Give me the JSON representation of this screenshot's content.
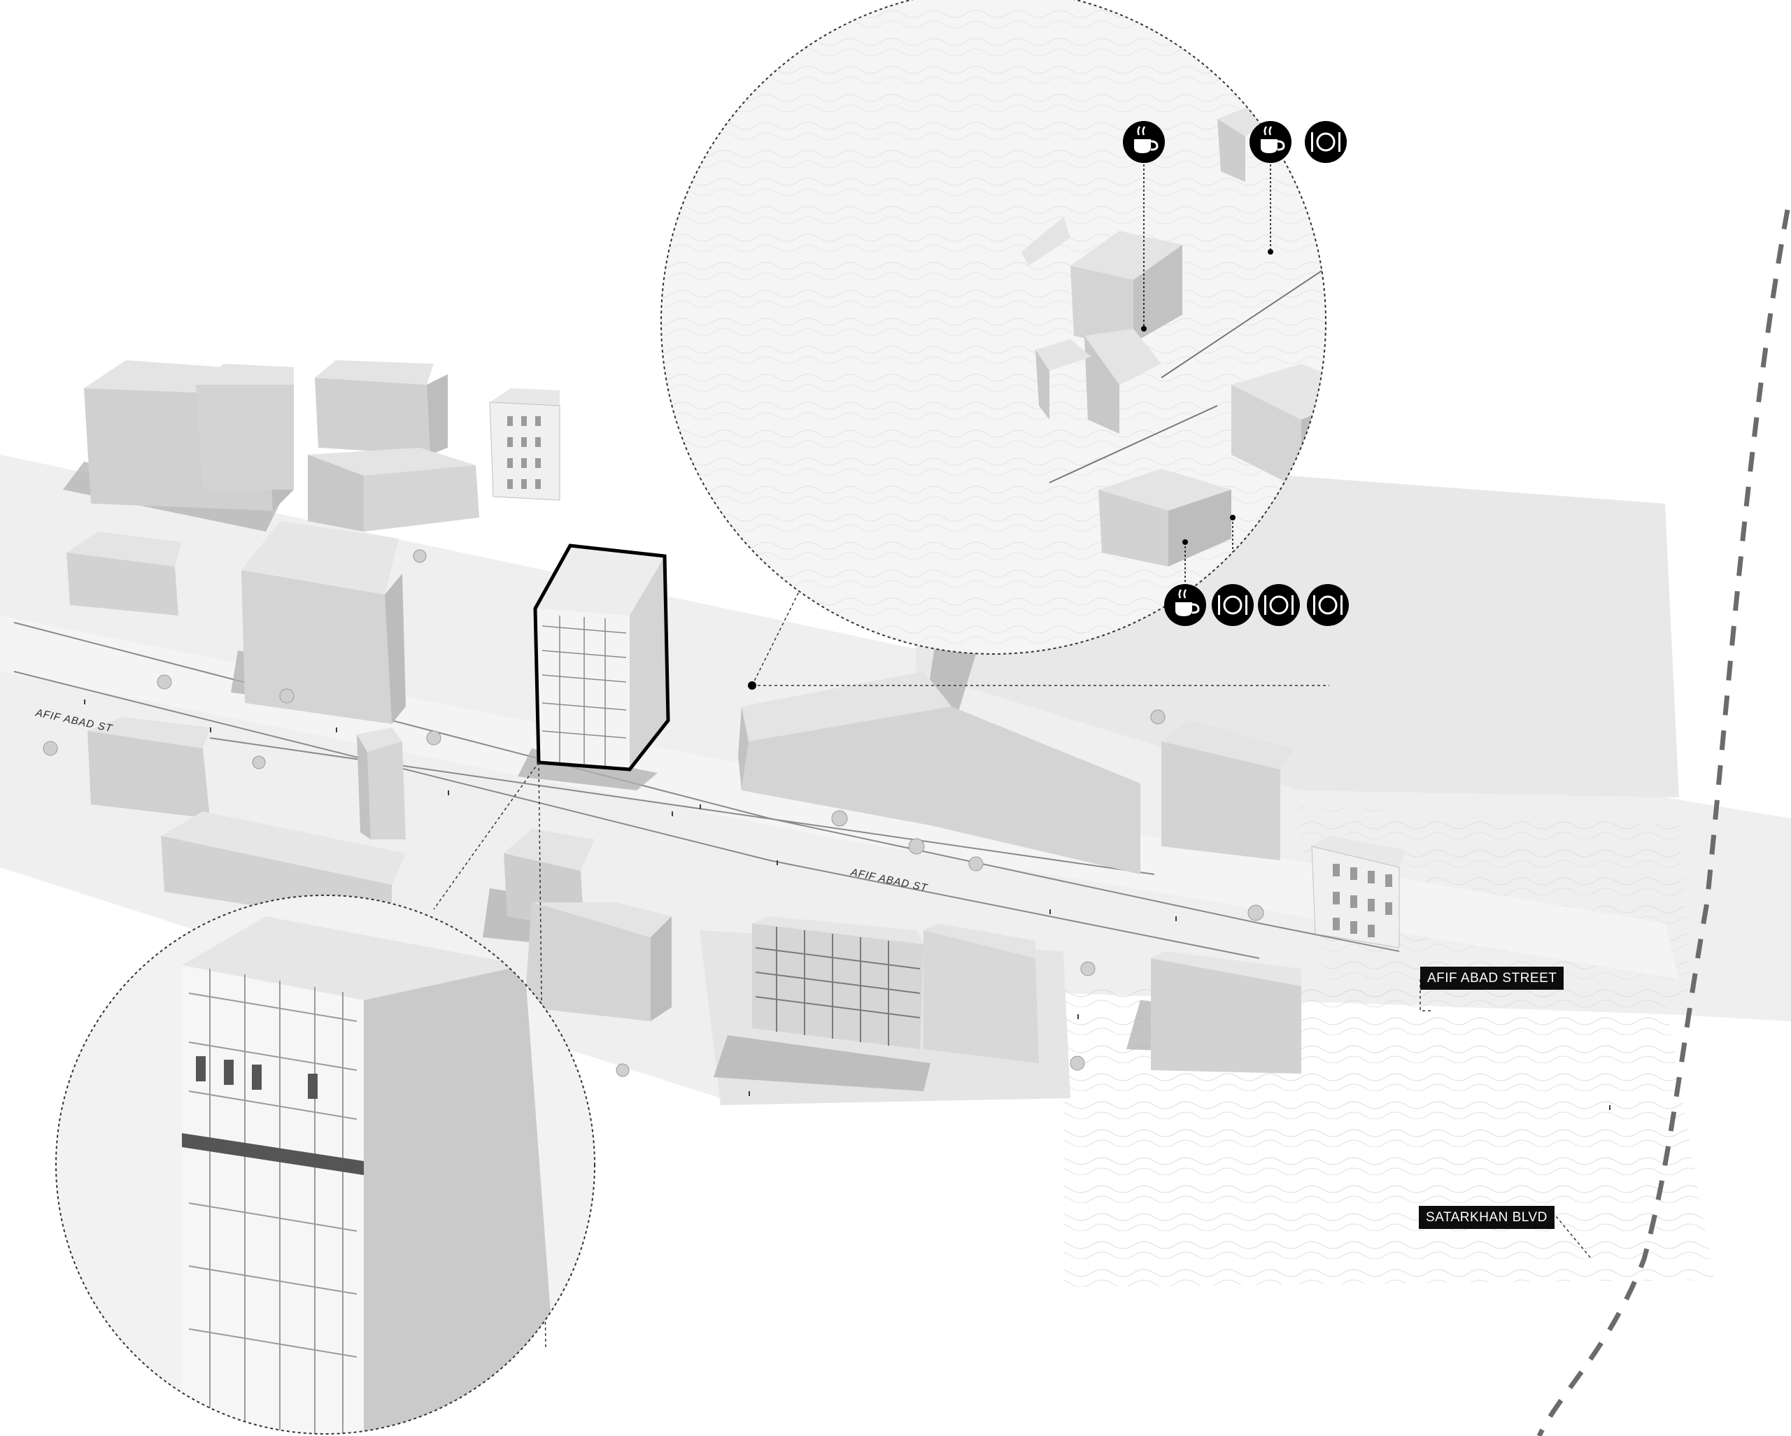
{
  "labels": {
    "afif_abad_street": "AFIF ABAD STREET",
    "satarkhan_blvd": "SATARKHAN BLVD",
    "afif_abad_st_left": "AFIF ABAD ST",
    "afif_abad_st_center": "AFIF ABAD ST"
  },
  "icons": {
    "cafe": "coffee-cup-icon",
    "restaurant": "plate-fork-knife-icon",
    "arrow": "direction-arrow-icon"
  },
  "colors": {
    "background": "#ffffff",
    "ground": "#ebebeb",
    "building_top": "#e4e4e4",
    "building_side": "#bdbdbd",
    "building_front": "#d0d0d0",
    "shadow": "#a9a9a9",
    "highlight_outline": "#000000",
    "tag_background": "#0d0d0d",
    "tag_text": "#ffffff",
    "path_dash": "#6b6b6b"
  }
}
